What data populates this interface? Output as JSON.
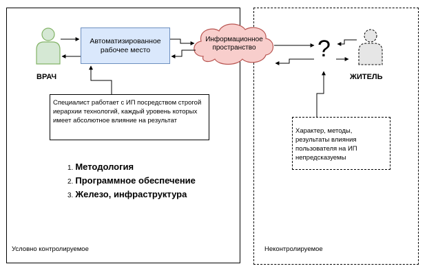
{
  "zones": {
    "left_caption": "Условно контролируемое",
    "right_caption": "Неконтролируемое"
  },
  "actors": {
    "doctor": "ВРАЧ",
    "resident": "ЖИТЕЛЬ",
    "unknown": "?"
  },
  "nodes": {
    "arm": "Автоматизированное рабочее место",
    "info_space": "Информационное пространство"
  },
  "notes": {
    "specialist": "Специалист работает с ИП посредством строгой иерархии технологий, каждый уровень которых имеет абсолютное влияние на результат",
    "resident": "Характер, методы, результаты влияния пользователя на ИП непредсказуемы"
  },
  "levels": [
    {
      "num": "1.",
      "label": "Методология"
    },
    {
      "num": "2.",
      "label": "Программное обеспечение"
    },
    {
      "num": "3.",
      "label": "Железо, инфраструктура"
    }
  ],
  "colors": {
    "doctor_fill": "#d5e8d4",
    "doctor_stroke": "#82b366",
    "arm_fill": "#dae8fc",
    "arm_stroke": "#6c8ebf",
    "cloud_fill": "#f8cecc",
    "cloud_stroke": "#b85450",
    "resident_fill": "#e6e6e6"
  }
}
